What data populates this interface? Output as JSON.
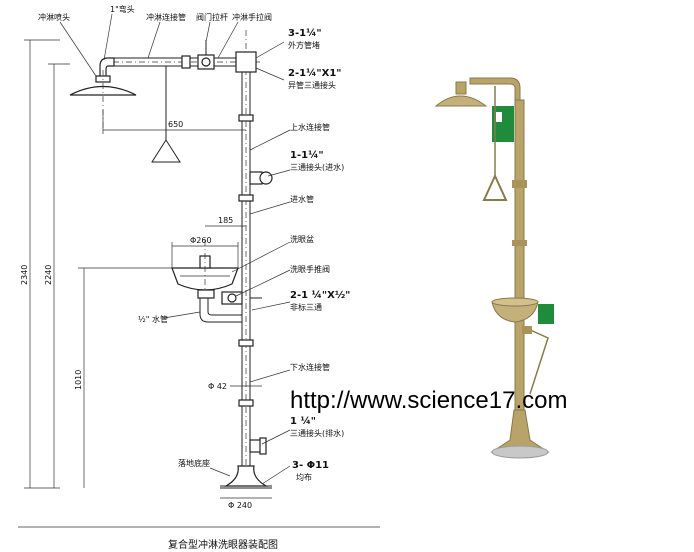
{
  "labels": {
    "shower_head": "冲淋喷头",
    "elbow": "1\"弯头",
    "shower_connect_pipe": "冲淋连接管",
    "valve_pull_rod": "阀门拉杆",
    "shower_hand_valve": "冲淋手拉阀",
    "square_plug_code": "3-1¼\"",
    "square_plug": "外方管堵",
    "reducer_tee_code": "2-1¼\"X1\"",
    "reducer_tee": "异管三通接头",
    "upper_connect_pipe": "上水连接管",
    "tee_inlet_code": "1-1¼\"",
    "tee_inlet": "三通接头(进水)",
    "inlet_pipe": "进水管",
    "eye_basin": "洗眼盆",
    "eye_push_valve": "洗眼手推阀",
    "half_water_pipe": "½\" 水管",
    "nonstd_tee_code": "2-1 ¼\"X½\"",
    "nonstd_tee": "非标三通",
    "lower_connect_pipe": "下水连接管",
    "tee_drain_code": "1 ¼\"",
    "tee_drain": "三通接头(排水)",
    "floor_base": "落地底座",
    "holes_code": "3- Φ11",
    "holes_even": "均布"
  },
  "dimensions": {
    "d650": "650",
    "d185": "185",
    "d260": "Φ260",
    "d42": "Φ 42",
    "d240": "Φ 240",
    "d2340": "2340",
    "d2240": "2240",
    "d1010": "1010"
  },
  "caption": "复合型冲淋洗眼器装配图",
  "watermark": "http://www.science17.com",
  "colors": {
    "brass": "#b8a46a",
    "brass_dark": "#8a7a48",
    "sign_green": "#1e8c3a",
    "line": "#222222"
  }
}
